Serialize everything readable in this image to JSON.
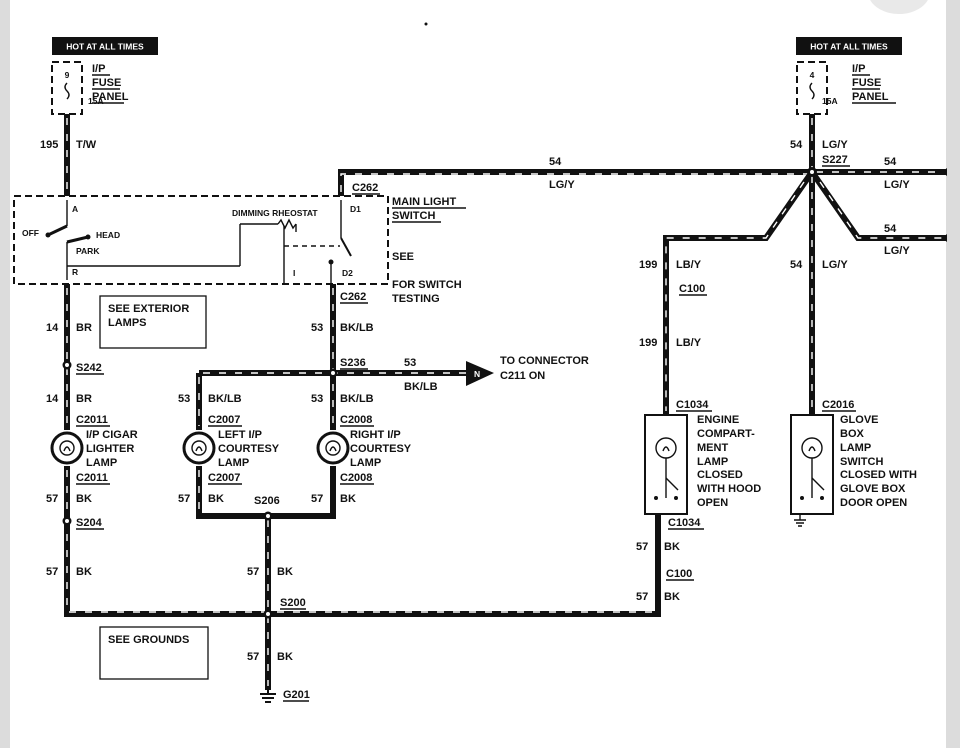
{
  "hot_left": {
    "header": "HOT AT ALL TIMES",
    "fuse_num": "9",
    "fuse_amp": "15A",
    "panel": [
      "I/P",
      "FUSE",
      "PANEL"
    ]
  },
  "hot_right": {
    "header": "HOT AT ALL TIMES",
    "fuse_num": "4",
    "fuse_amp": "15A",
    "panel": [
      "I/P",
      "FUSE",
      "PANEL"
    ]
  },
  "wires": {
    "w195": {
      "num": "195",
      "color": "T/W"
    },
    "w54_top": {
      "num": "54",
      "color": "LG/Y"
    },
    "w54_hot": {
      "num": "54",
      "color": "LG/Y"
    },
    "w54_r1": {
      "num": "54",
      "color": "LG/Y"
    },
    "w54_r2": {
      "num": "54",
      "color": "LG/Y"
    },
    "w54_down": {
      "num": "54",
      "color": "LG/Y"
    },
    "w199_a": {
      "num": "199",
      "color": "LB/Y"
    },
    "w199_b": {
      "num": "199",
      "color": "LB/Y"
    },
    "w14_a": {
      "num": "14",
      "color": "BR"
    },
    "w14_b": {
      "num": "14",
      "color": "BR"
    },
    "w53_a": {
      "num": "53",
      "color": "BK/LB"
    },
    "w53_b": {
      "num": "53",
      "color": "BK/LB"
    },
    "w53_c": {
      "num": "53",
      "color": "BK/LB"
    },
    "w53_d": {
      "num": "53",
      "color": "BK/LB"
    },
    "w57_a": {
      "num": "57",
      "color": "BK"
    },
    "w57_b": {
      "num": "57",
      "color": "BK"
    },
    "w57_c": {
      "num": "57",
      "color": "BK"
    },
    "w57_d": {
      "num": "57",
      "color": "BK"
    },
    "w57_e": {
      "num": "57",
      "color": "BK"
    },
    "w57_f": {
      "num": "57",
      "color": "BK"
    },
    "w57_g": {
      "num": "57",
      "color": "BK"
    },
    "w57_h": {
      "num": "57",
      "color": "BK"
    }
  },
  "splices": {
    "s227": "S227",
    "s242": "S242",
    "s236": "S236",
    "s204": "S204",
    "s206": "S206",
    "s200": "S200"
  },
  "connectors": {
    "c262_top": "C262",
    "c262_bot": "C262",
    "c100_a": "C100",
    "c100_b": "C100",
    "c1034_a": "C1034",
    "c1034_b": "C1034",
    "c2016": "C2016",
    "c2011_a": "C2011",
    "c2011_b": "C2011",
    "c2007_a": "C2007",
    "c2007_b": "C2007",
    "c2008_a": "C2008",
    "c2008_b": "C2008"
  },
  "switch": {
    "title": [
      "MAIN LIGHT",
      "SWITCH"
    ],
    "dimming": "DIMMING RHEOSTAT",
    "off": "OFF",
    "head": "HEAD",
    "park": "PARK",
    "pin_a": "A",
    "pin_r": "R",
    "pin_d1": "D1",
    "pin_d2": "D2",
    "pin_i": "I",
    "see": [
      "SEE",
      "FOR SWITCH",
      "TESTING"
    ]
  },
  "notes": {
    "ext_lamps": [
      "SEE EXTERIOR",
      "LAMPS"
    ],
    "grounds": "SEE GROUNDS",
    "to_connector": [
      "TO CONNECTOR",
      "C211 ON"
    ],
    "n_letter": "N"
  },
  "lamps": {
    "cigar": [
      "I/P CIGAR",
      "LIGHTER",
      "LAMP"
    ],
    "left": [
      "LEFT I/P",
      "COURTESY",
      "LAMP"
    ],
    "right": [
      "RIGHT I/P",
      "COURTESY",
      "LAMP"
    ],
    "engine": [
      "ENGINE",
      "COMPART-",
      "MENT",
      "LAMP",
      "CLOSED",
      "WITH HOOD",
      "OPEN"
    ],
    "glove": [
      "GLOVE",
      "BOX",
      "LAMP",
      "SWITCH",
      "CLOSED WITH",
      "GLOVE BOX",
      "DOOR OPEN"
    ]
  },
  "ground": "G201"
}
